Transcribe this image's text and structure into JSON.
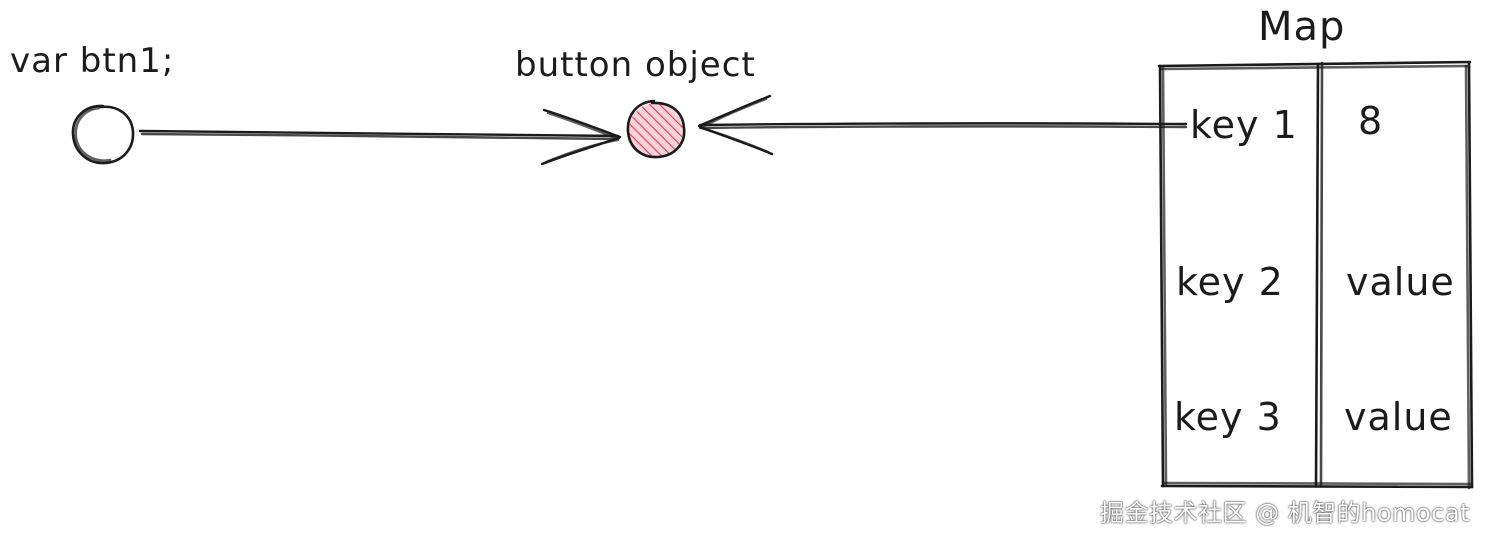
{
  "diagram": {
    "variable_label": "var btn1;",
    "object_label": "button object",
    "map_title": "Map",
    "map_rows": [
      {
        "key": "key 1",
        "value": "8"
      },
      {
        "key": "key 2",
        "value": "value"
      },
      {
        "key": "key 3",
        "value": "value"
      }
    ]
  },
  "watermark": "掘金技术社区 @ 机智的homocat",
  "colors": {
    "stroke": "#1b1b1b",
    "object_fill": "#f4b6bf",
    "object_hatch": "#e03a52"
  }
}
